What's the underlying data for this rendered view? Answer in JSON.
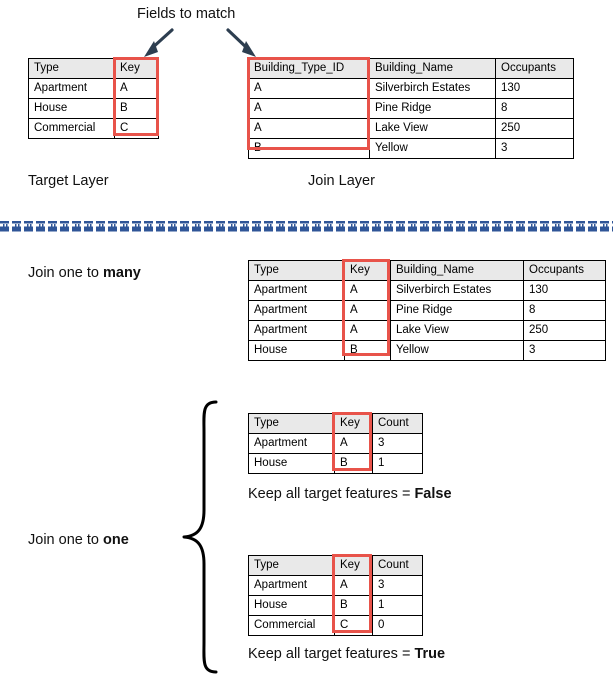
{
  "diagram": {
    "title_annotation": "Fields to match",
    "accent_red": "#e8534a",
    "accent_blue": "#2f5597",
    "arrow_color": "#2d3e50",
    "header_fill": "#e9e9e9",
    "border_color": "#000000"
  },
  "target_layer": {
    "caption": "Target Layer",
    "columns": [
      "Type",
      "Key"
    ],
    "rows": [
      [
        "Apartment",
        "A"
      ],
      [
        "House",
        "B"
      ],
      [
        "Commercial",
        "C"
      ]
    ]
  },
  "join_layer": {
    "caption": "Join Layer",
    "columns": [
      "Building_Type_ID",
      "Building_Name",
      "Occupants"
    ],
    "rows": [
      [
        "A",
        "Silverbirch Estates",
        "130"
      ],
      [
        "A",
        "Pine Ridge",
        "8"
      ],
      [
        "A",
        "Lake View",
        "250"
      ],
      [
        "B",
        "Yellow",
        "3"
      ]
    ]
  },
  "one_to_many": {
    "label_prefix": "Join one to ",
    "label_emphasis": "many",
    "columns": [
      "Type",
      "Key",
      "Building_Name",
      "Occupants"
    ],
    "rows": [
      [
        "Apartment",
        "A",
        "Silverbirch Estates",
        "130"
      ],
      [
        "Apartment",
        "A",
        "Pine Ridge",
        "8"
      ],
      [
        "Apartment",
        "A",
        "Lake View",
        "250"
      ],
      [
        "House",
        "B",
        "Yellow",
        "3"
      ]
    ]
  },
  "one_to_one": {
    "label_prefix": "Join one to ",
    "label_emphasis": "one",
    "cases": [
      {
        "columns": [
          "Type",
          "Key",
          "Count"
        ],
        "rows": [
          [
            "Apartment",
            "A",
            "3"
          ],
          [
            "House",
            "B",
            "1"
          ]
        ],
        "caption_prefix": "Keep all target features = ",
        "caption_value": "False"
      },
      {
        "columns": [
          "Type",
          "Key",
          "Count"
        ],
        "rows": [
          [
            "Apartment",
            "A",
            "3"
          ],
          [
            "House",
            "B",
            "1"
          ],
          [
            "Commercial",
            "C",
            "0"
          ]
        ],
        "caption_prefix": "Keep all target features = ",
        "caption_value": "True"
      }
    ]
  }
}
